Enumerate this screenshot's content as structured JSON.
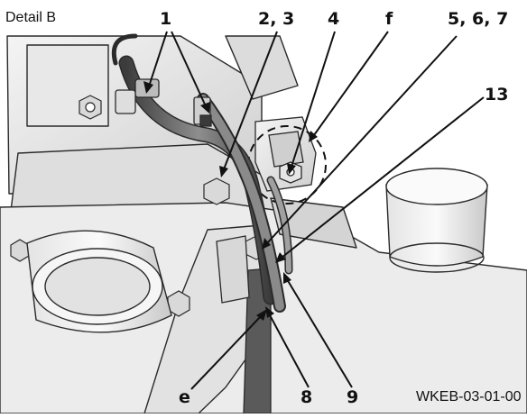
{
  "title": "Detail B",
  "figure_id": "WKEB-03-01-00",
  "callouts": {
    "c1": "1",
    "c23": "2, 3",
    "c4": "4",
    "cf": "f",
    "c567": "5, 6, 7",
    "c13": "13",
    "ce": "e",
    "c8": "8",
    "c9": "9"
  }
}
